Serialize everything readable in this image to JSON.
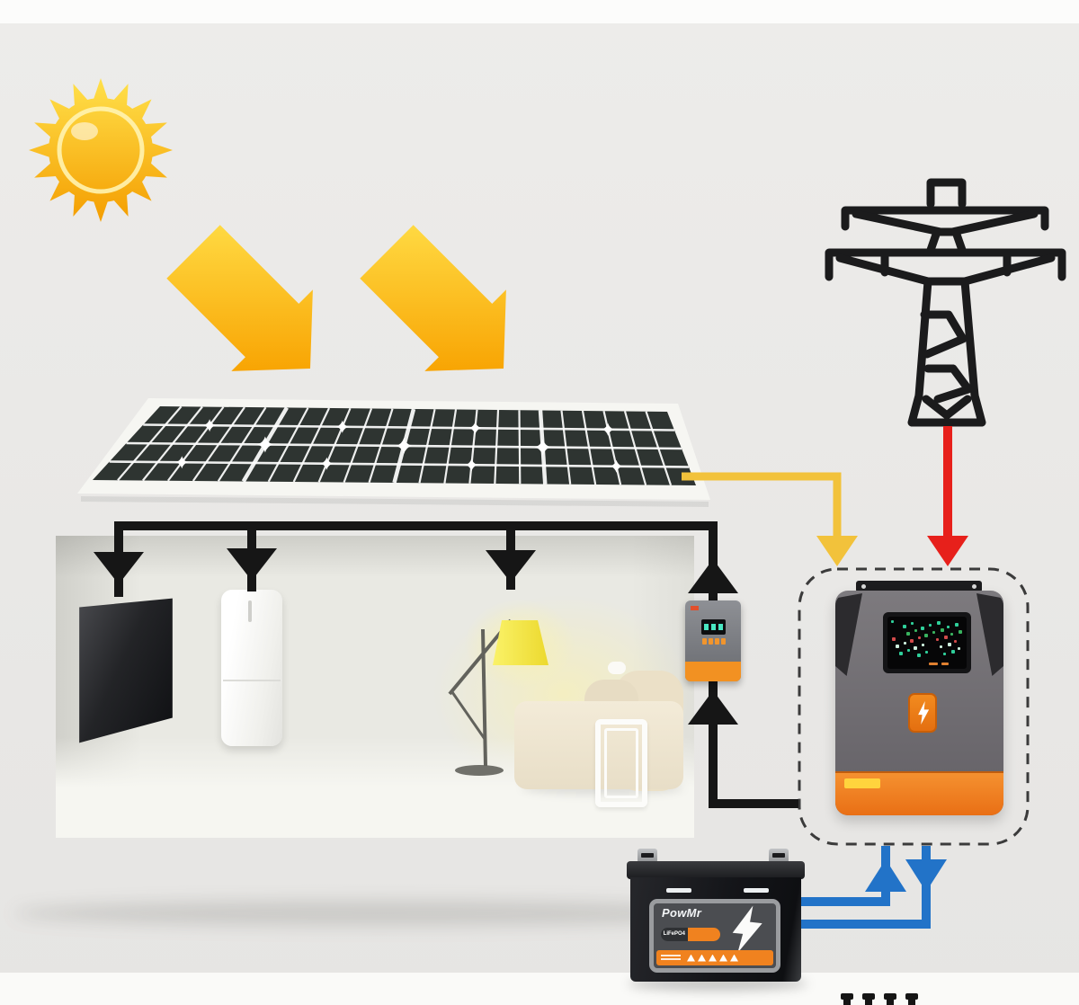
{
  "scene": {
    "type": "diagram",
    "subject": "Home solar energy system with PV panel, grid tower, hybrid inverter, charge controller, battery and household loads",
    "background_color": "#e9e8e6"
  },
  "elements": {
    "sun": {
      "icon": "sun-icon"
    },
    "sunlight_arrows": {
      "icon": "sunlight-arrow-icon",
      "count": 2
    },
    "solar_panel": {
      "icon": "solar-panel",
      "cell_rows": 4,
      "cell_columns": 24
    },
    "grid_tower": {
      "icon": "transmission-tower-icon"
    },
    "house": {
      "loads": [
        "tv",
        "refrigerator",
        "floor-lamp",
        "sofa"
      ]
    },
    "charge_controller": {
      "description": "wall-mounted solar controller with display and orange buttons"
    },
    "inverter": {
      "description": "wall-mounted hybrid inverter with display",
      "badge_icon": "lightning-bolt-icon"
    },
    "battery": {
      "brand": "PowMr",
      "chemistry": "LiFePO4",
      "icon": "lightning-bolt-icon"
    }
  },
  "connections": [
    {
      "from": "solar-panel",
      "to": "inverter",
      "color": "#f2c23b",
      "arrow": "into inverter"
    },
    {
      "from": "grid-tower",
      "to": "inverter",
      "color": "#e7201b",
      "arrow": "into inverter"
    },
    {
      "from": "inverter",
      "to": "battery",
      "color": "#2273c8",
      "arrow": "down (charge)"
    },
    {
      "from": "battery",
      "to": "inverter",
      "color": "#2273c8",
      "arrow": "up (discharge)"
    },
    {
      "from": "inverter",
      "to": "charge-controller",
      "color": "#161616",
      "arrow": "up"
    },
    {
      "from": "charge-controller",
      "to": "house-distribution",
      "color": "#161616",
      "arrow": "up then down to tv, refrigerator and lamp"
    }
  ],
  "colors": {
    "pv_wire": "#f2c23b",
    "grid_wire": "#e7201b",
    "battery_wire": "#2273c8",
    "load_wire": "#161616",
    "inverter_orange": "#f08021",
    "sun_yellow": "#f8b200",
    "dashed_outline": "#3b3b3b"
  }
}
